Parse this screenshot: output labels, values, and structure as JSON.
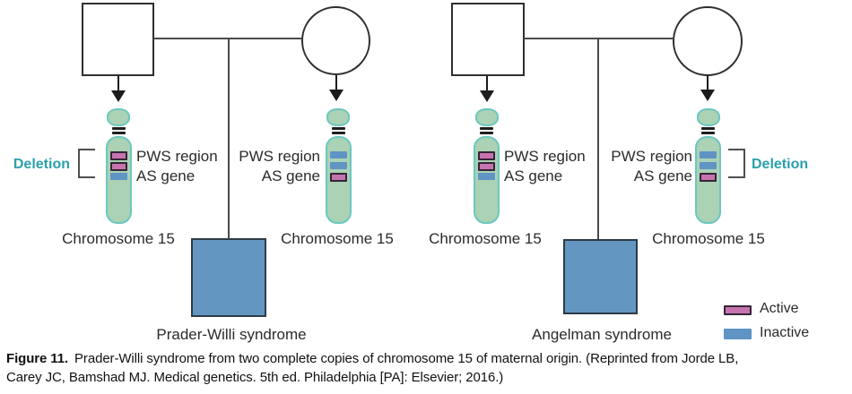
{
  "colors": {
    "chromosome_fill": "#abd2b5",
    "chromosome_outline": "#6cc7bf",
    "active_band": "#c773af",
    "inactive_band": "#5f94c4",
    "affected_square_fill": "#6397c1",
    "deletion_text": "#2aa0ae",
    "pedigree_line": "#4a4a4a"
  },
  "panels": [
    {
      "syndrome": "Prader-Willi syndrome",
      "deletion_label": "Deletion",
      "father_chromosome": {
        "label": "Chromosome 15",
        "regions": {
          "line1": "PWS region",
          "line2": "AS gene"
        },
        "bands": [
          "active",
          "active",
          "inactive"
        ]
      },
      "mother_chromosome": {
        "label": "Chromosome 15",
        "regions": {
          "line1": "PWS region",
          "line2": "AS gene"
        },
        "bands": [
          "inactive",
          "inactive",
          "active"
        ]
      }
    },
    {
      "syndrome": "Angelman syndrome",
      "deletion_label": "Deletion",
      "father_chromosome": {
        "label": "Chromosome 15",
        "regions": {
          "line1": "PWS region",
          "line2": "AS gene"
        },
        "bands": [
          "active",
          "active",
          "inactive"
        ]
      },
      "mother_chromosome": {
        "label": "Chromosome 15",
        "regions": {
          "line1": "PWS region",
          "line2": "AS gene"
        },
        "bands": [
          "inactive",
          "inactive",
          "active"
        ]
      }
    }
  ],
  "legend": {
    "items": [
      {
        "label": "Active",
        "state": "active"
      },
      {
        "label": "Inactive",
        "state": "inactive"
      }
    ]
  },
  "caption": {
    "label": "Figure 11.",
    "line1": "Prader-Willi syndrome from two complete copies of chromosome 15 of maternal origin. (Reprinted from Jorde LB,",
    "line2": "Carey JC, Bamshad MJ. Medical genetics. 5th ed. Philadelphia [PA]: Elsevier; 2016.)"
  }
}
